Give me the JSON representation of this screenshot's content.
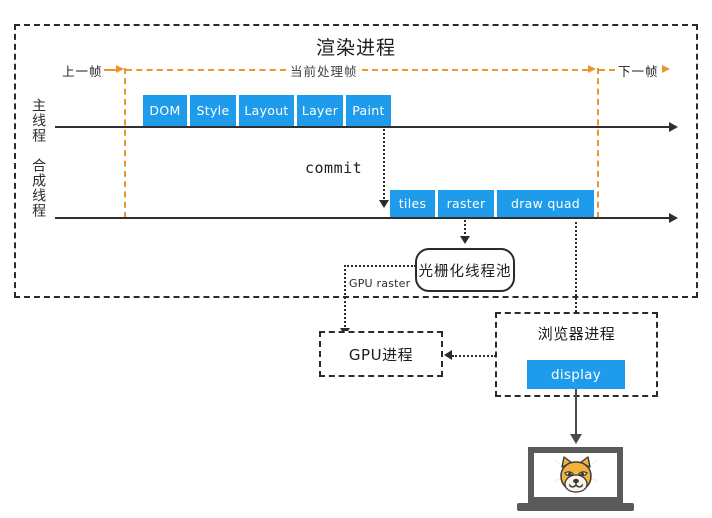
{
  "diagram": {
    "title": "渲染进程",
    "type": "sequence-timeline",
    "renderer_frame": {
      "label": "渲染进程"
    },
    "frame_markers": {
      "previous": "上一帧",
      "current": "当前处理帧",
      "next": "下一帧"
    },
    "threads": [
      {
        "name": "main-thread",
        "label": "主线程"
      },
      {
        "name": "compositor-thread",
        "label": "合成线程"
      }
    ],
    "main_thread_stages": [
      {
        "label": "DOM",
        "width": 44
      },
      {
        "label": "Style",
        "width": 46
      },
      {
        "label": "Layout",
        "width": 55
      },
      {
        "label": "Layer",
        "width": 46
      },
      {
        "label": "Paint",
        "width": 45
      }
    ],
    "compositor_stages": [
      {
        "label": "tiles",
        "width": 45
      },
      {
        "label": "raster",
        "width": 56
      },
      {
        "label": "draw quad",
        "width": 97
      }
    ],
    "commit_label": "commit",
    "raster_pool": {
      "label": "光栅化线程池"
    },
    "gpu_raster_label": "GPU raster",
    "processes": [
      {
        "name": "gpu-process",
        "label": "GPU进程"
      },
      {
        "name": "browser-process",
        "label": "浏览器进程"
      }
    ],
    "display_block": {
      "label": "display"
    },
    "output_device": {
      "label": "laptop-screen",
      "icon": "doge-face"
    },
    "colors": {
      "block_blue": "#1e9ceb",
      "frame_marker_orange": "#e8962e",
      "line_black": "#2b2b2b",
      "device_gray": "#5a5a5a",
      "doge_orange": "#f2b33d",
      "background": "#ffffff"
    }
  }
}
